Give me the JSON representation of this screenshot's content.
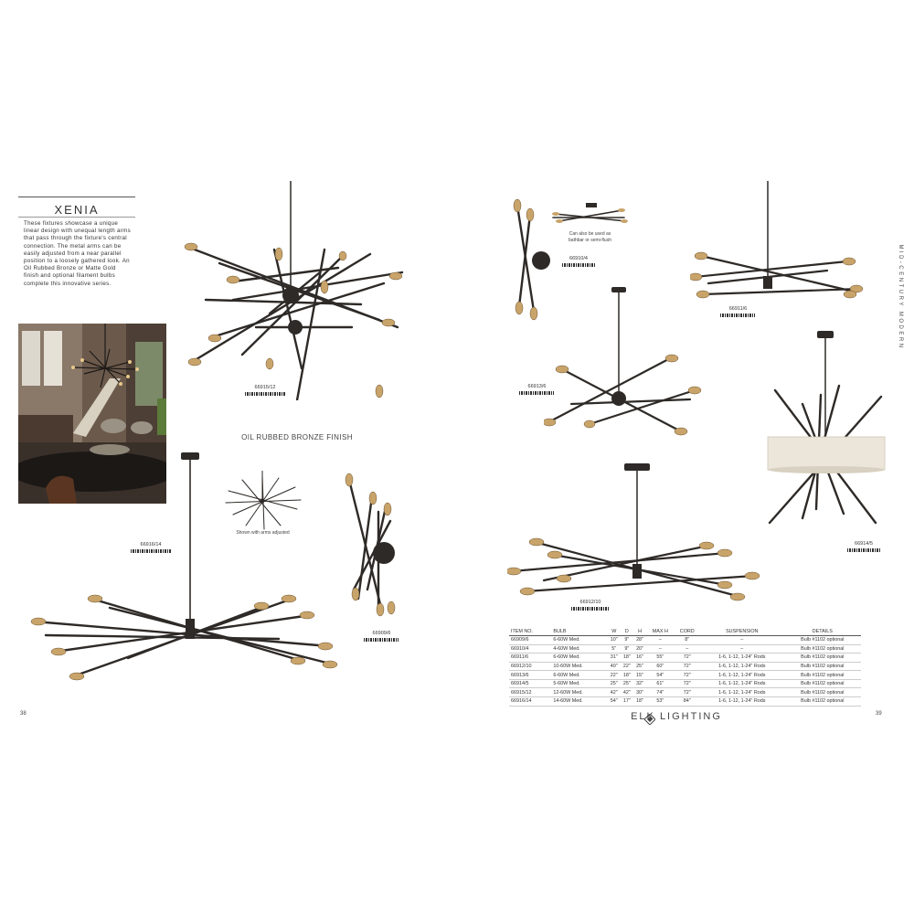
{
  "left_page": {
    "series_title": "XENIA",
    "description": "These fixtures showcase a unique linear design with unequal length arms that pass through the fixture's central connection. The metal arms can be easily adjusted from a near parallel position to a loosely gathered look. An Oil Rubbed Bronze or Matte Gold finish and optional filament bulbs complete this innovative series.",
    "finish_label": "OIL RUBBED BRONZE FINISH",
    "arms_caption": "Shown with arms adjusted",
    "page_number": "38"
  },
  "products": {
    "p66915": "66915/12",
    "p66916": "66916/14",
    "p66909": "66909/6",
    "p66910": "66910/4",
    "p66911": "66911/6",
    "p66913": "66913/6",
    "p66914": "66914/5",
    "p66912": "66912/10"
  },
  "right_page": {
    "bathbar_caption_1": "Can also be used as",
    "bathbar_caption_2": "bathbar or semi-flush",
    "side_tab": "MID-CENTURY MODERN",
    "page_number": "39",
    "brand": "ELK LIGHTING"
  },
  "spec_table": {
    "headers": [
      "ITEM NO.",
      "BULB",
      "W",
      "D",
      "H",
      "MAX H",
      "CORD",
      "SUSPENSION",
      "DETAILS"
    ],
    "rows": [
      [
        "66909/6",
        "6-60W Med.",
        "10\"",
        "9\"",
        "28\"",
        "–",
        "8\"",
        "–",
        "Bulb #1102 optional"
      ],
      [
        "66910/4",
        "4-60W Med.",
        "5\"",
        "9\"",
        "20\"",
        "–",
        "–",
        "–",
        "Bulb #1102 optional"
      ],
      [
        "66911/6",
        "6-60W Med.",
        "31\"",
        "18\"",
        "16\"",
        "55\"",
        "72\"",
        "1-6, 1-12, 1-24\" Rods",
        "Bulb #1102 optional"
      ],
      [
        "66912/10",
        "10-60W Med.",
        "40\"",
        "22\"",
        "25\"",
        "60\"",
        "72\"",
        "1-6, 1-12, 1-24\" Rods",
        "Bulb #1102 optional"
      ],
      [
        "66913/6",
        "6-60W Med.",
        "22\"",
        "18\"",
        "15\"",
        "54\"",
        "72\"",
        "1-6, 1-12, 1-24\" Rods",
        "Bulb #1102 optional"
      ],
      [
        "66914/5",
        "5-60W Med.",
        "25\"",
        "25\"",
        "32\"",
        "61\"",
        "72\"",
        "1-6, 1-12, 1-24\" Rods",
        "Bulb #1102 optional"
      ],
      [
        "66915/12",
        "12-60W Med.",
        "42\"",
        "42\"",
        "30\"",
        "74\"",
        "72\"",
        "1-6, 1-12, 1-24\" Rods",
        "Bulb #1102 optional"
      ],
      [
        "66916/14",
        "14-60W Med.",
        "54\"",
        "17\"",
        "18\"",
        "53\"",
        "84\"",
        "1-6, 1-12, 1-24\" Rods",
        "Bulb #1102 optional"
      ]
    ]
  },
  "colors": {
    "bronze": "#2e2a27",
    "bulb": "#c9a46a",
    "shade": "#ece6da"
  },
  "icons": {
    "brand_mark": "diamond-logo-icon"
  }
}
